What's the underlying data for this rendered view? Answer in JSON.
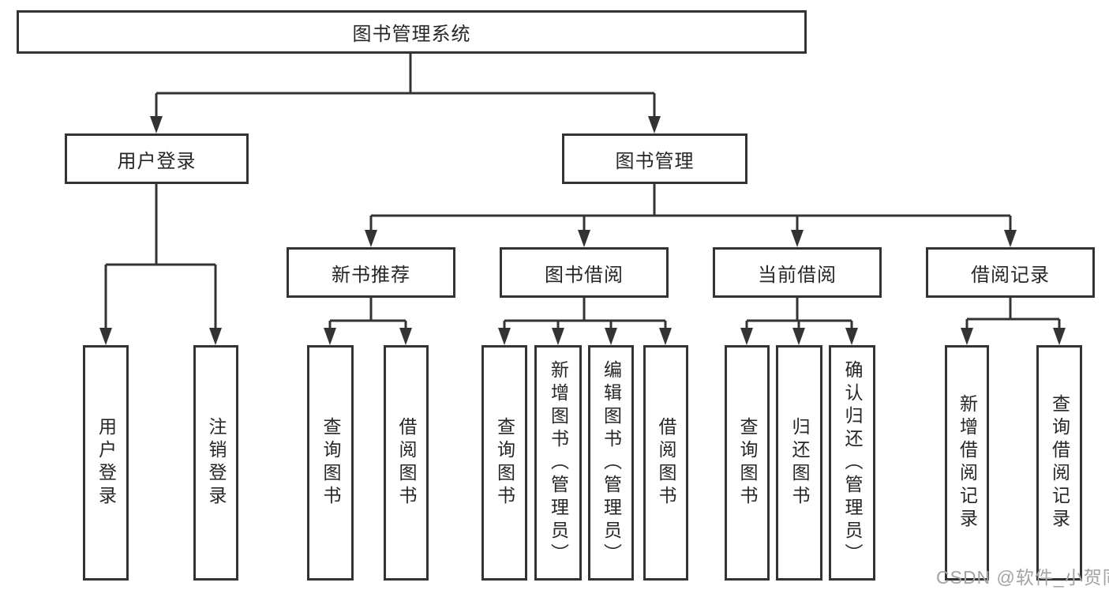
{
  "tree": {
    "root": {
      "label": "图书管理系统"
    },
    "level2": [
      {
        "label": "用户登录",
        "children": [
          {
            "label": "用户登录"
          },
          {
            "label": "注销登录"
          }
        ]
      },
      {
        "label": "图书管理",
        "children": [
          {
            "label": "新书推荐",
            "children": [
              {
                "label": "查询图书"
              },
              {
                "label": "借阅图书"
              }
            ]
          },
          {
            "label": "图书借阅",
            "children": [
              {
                "label": "查询图书"
              },
              {
                "label": "新增图书（管理员）"
              },
              {
                "label": "编辑图书（管理员）"
              },
              {
                "label": "借阅图书"
              }
            ]
          },
          {
            "label": "当前借阅",
            "children": [
              {
                "label": "查询图书"
              },
              {
                "label": "归还图书"
              },
              {
                "label": "确认归还（管理员）"
              }
            ]
          },
          {
            "label": "借阅记录",
            "children": [
              {
                "label": "新增借阅记录"
              },
              {
                "label": "查询借阅记录"
              }
            ]
          }
        ]
      }
    ]
  },
  "watermark": {
    "text": "CSDN @软件_小贺同学"
  },
  "colors": {
    "line": "#333333",
    "box_bg": "#ffffff",
    "text": "#262626",
    "watermark": "#a3a3a3"
  }
}
